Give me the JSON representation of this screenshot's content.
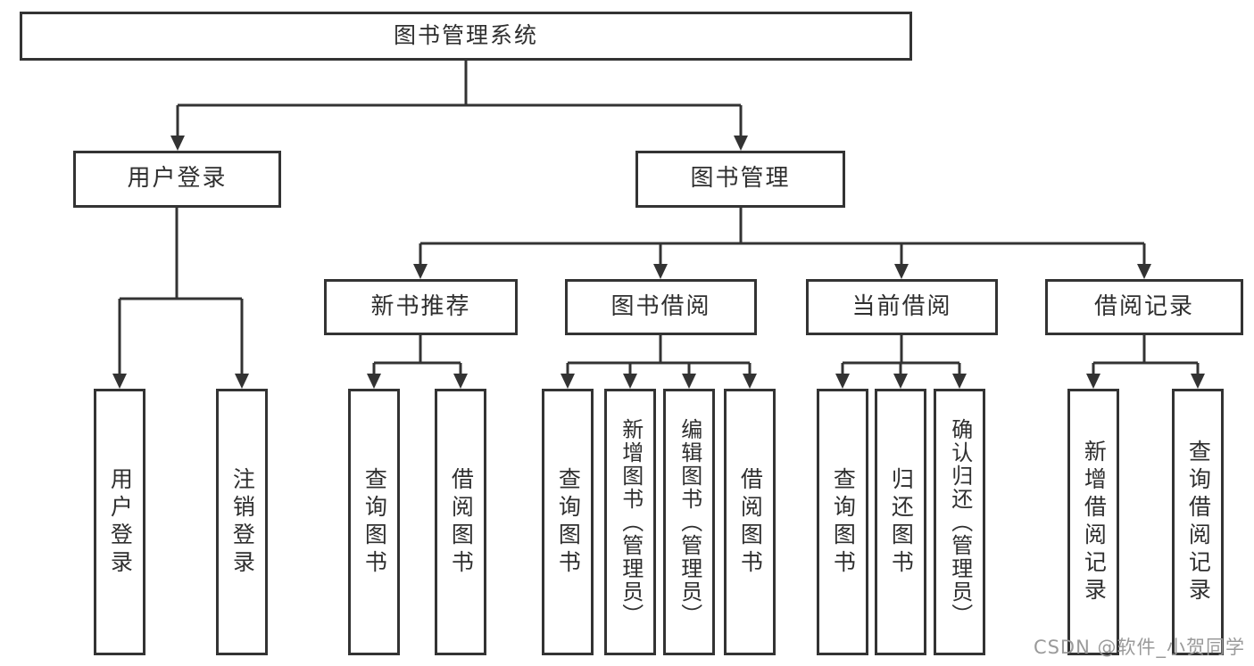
{
  "diagram": {
    "root": {
      "label": "图书管理系统"
    },
    "branches": [
      {
        "label": "用户登录",
        "children": [
          {
            "label": "用户登录"
          },
          {
            "label": "注销登录"
          }
        ]
      },
      {
        "label": "图书管理",
        "children": [
          {
            "label": "新书推荐",
            "children": [
              {
                "label": "查询图书"
              },
              {
                "label": "借阅图书"
              }
            ]
          },
          {
            "label": "图书借阅",
            "children": [
              {
                "label": "查询图书"
              },
              {
                "label": "新增图书（管理员）"
              },
              {
                "label": "编辑图书（管理员）"
              },
              {
                "label": "借阅图书"
              }
            ]
          },
          {
            "label": "当前借阅",
            "children": [
              {
                "label": "查询图书"
              },
              {
                "label": "归还图书"
              },
              {
                "label": "确认归还（管理员）"
              }
            ]
          },
          {
            "label": "借阅记录",
            "children": [
              {
                "label": "新增借阅记录"
              },
              {
                "label": "查询借阅记录"
              }
            ]
          }
        ]
      }
    ]
  },
  "watermark": {
    "text": "CSDN @软件_小贺同学"
  },
  "colors": {
    "line": "#333333",
    "text": "#2f2f2f",
    "bg": "#ffffff",
    "watermark": "#9a9a9a"
  }
}
